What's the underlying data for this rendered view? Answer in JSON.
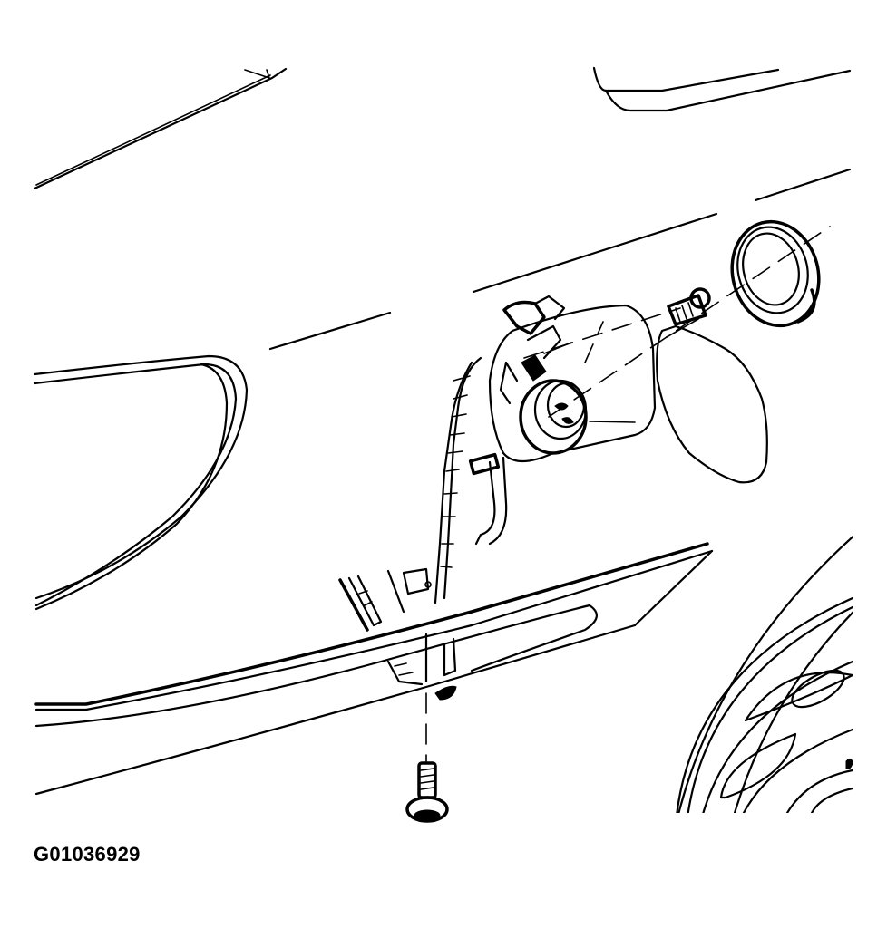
{
  "diagram": {
    "subject": "fuel filler door housing installation",
    "figure_id": "G01036929",
    "colors": {
      "line": "#000000",
      "background": "#ffffff"
    },
    "components": [
      {
        "name": "fuel-filler-door",
        "label": ""
      },
      {
        "name": "filler-pocket-housing",
        "label": ""
      },
      {
        "name": "housing-screw-upper",
        "label": ""
      },
      {
        "name": "fuel-filler-neck-seal",
        "label": ""
      },
      {
        "name": "housing-bolt-lower",
        "label": ""
      },
      {
        "name": "rear-wheel",
        "label": ""
      }
    ]
  }
}
